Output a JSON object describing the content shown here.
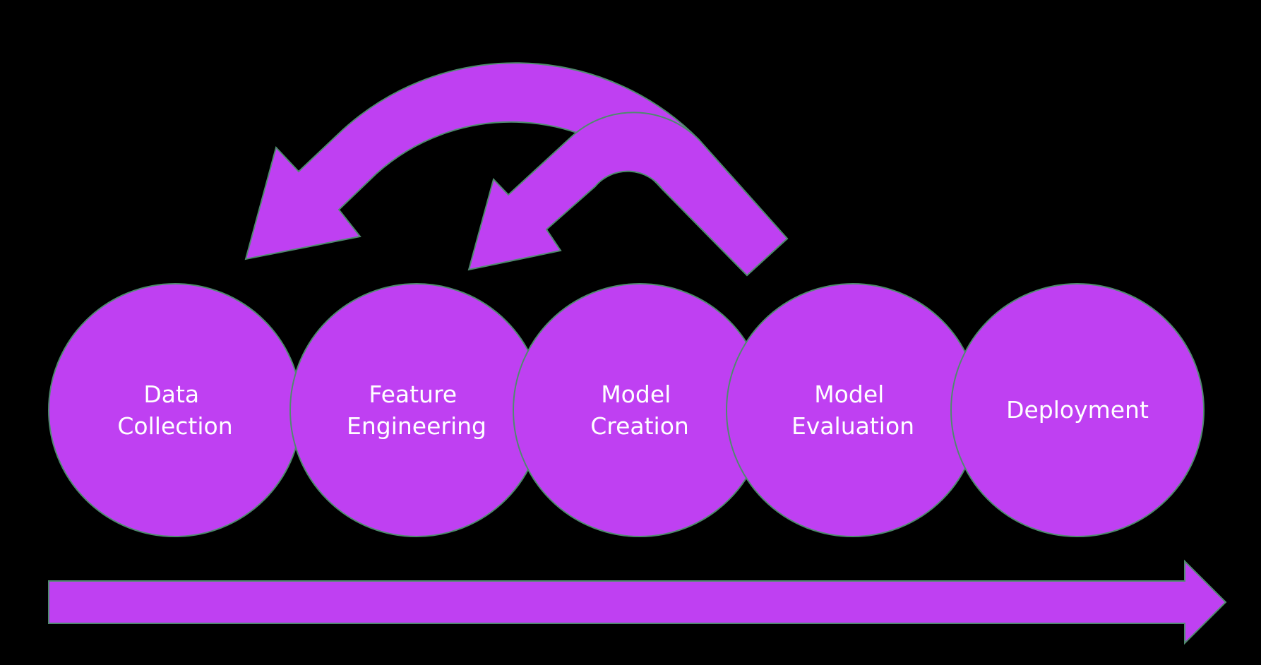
{
  "colors": {
    "background": "#000000",
    "shape_fill": "#bf40f2",
    "shape_stroke": "#4f8a6e",
    "text": "#ffffff"
  },
  "stages": [
    {
      "label_lines": [
        "Data",
        "Collection"
      ]
    },
    {
      "label_lines": [
        "Feature",
        "Engineering"
      ]
    },
    {
      "label_lines": [
        "Model",
        "Creation"
      ]
    },
    {
      "label_lines": [
        "Model",
        "Evaluation"
      ]
    },
    {
      "label_lines": [
        "Deployment"
      ]
    }
  ],
  "feedback_arrows": [
    {
      "from_stage": "Model Evaluation",
      "to_stage": "Data Collection"
    },
    {
      "from_stage": "Model Evaluation",
      "to_stage": "Feature Engineering"
    }
  ],
  "progress_arrow": {
    "direction": "right"
  }
}
